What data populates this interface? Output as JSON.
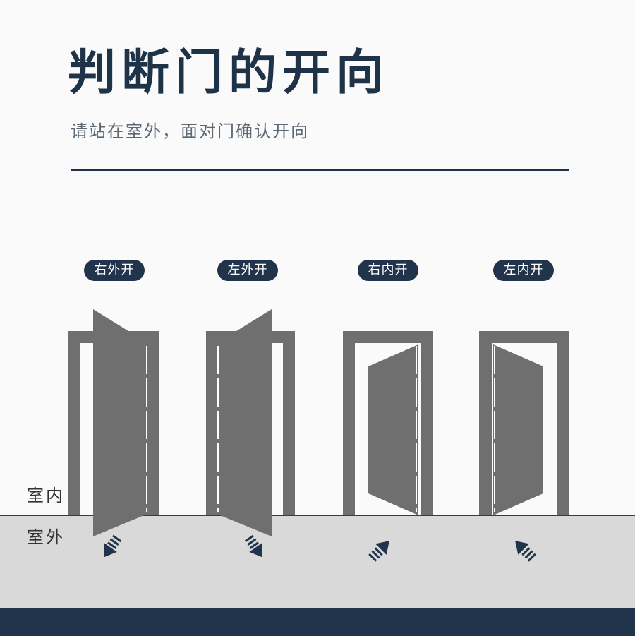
{
  "header": {
    "title": "判断门的开向",
    "subtitle": "请站在室外，面对门确认开向"
  },
  "labels": {
    "indoor": "室内",
    "outdoor": "室外"
  },
  "doors": [
    {
      "label": "右外开",
      "opening": "outward",
      "hinge": "right",
      "arrow": "outward"
    },
    {
      "label": "左外开",
      "opening": "outward",
      "hinge": "left",
      "arrow": "outward"
    },
    {
      "label": "右内开",
      "opening": "inward",
      "hinge": "right",
      "arrow": "inward"
    },
    {
      "label": "左内开",
      "opening": "inward",
      "hinge": "left",
      "arrow": "inward"
    }
  ],
  "colors": {
    "navy": "#21344b",
    "door_gray": "#6f6f6f",
    "outdoor_gray": "#d9d9d9",
    "background": "#fafafa"
  }
}
